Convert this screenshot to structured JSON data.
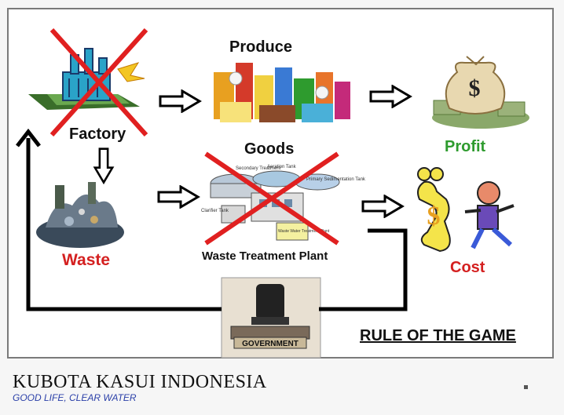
{
  "labels": {
    "factory": "Factory",
    "produce": "Produce",
    "goods": "Goods",
    "profit": "Profit",
    "waste": "Waste",
    "waste_treatment_plant": "Waste Treatment Plant",
    "cost": "Cost",
    "rule": "RULE OF THE GAME"
  },
  "plant_tags": {
    "secondary": "Secondary Treatment",
    "aeration": "Aeration Tank",
    "primary": "Primary Sedimentation Tank",
    "clarifier": "Clarifier Tank",
    "sign": "Waste Water Treatment Plant"
  },
  "stamp_text": "GOVERNMENT",
  "money_symbol": "$",
  "footer": {
    "brand": "KUBOTA KASUI INDONESIA",
    "tagline": "GOOD LIFE, CLEAR WATER"
  },
  "colors": {
    "profit": "#2e9b2e",
    "waste": "#d42020",
    "cost": "#d42020",
    "cross": "#e02020",
    "tagline": "#2a3fa8"
  }
}
